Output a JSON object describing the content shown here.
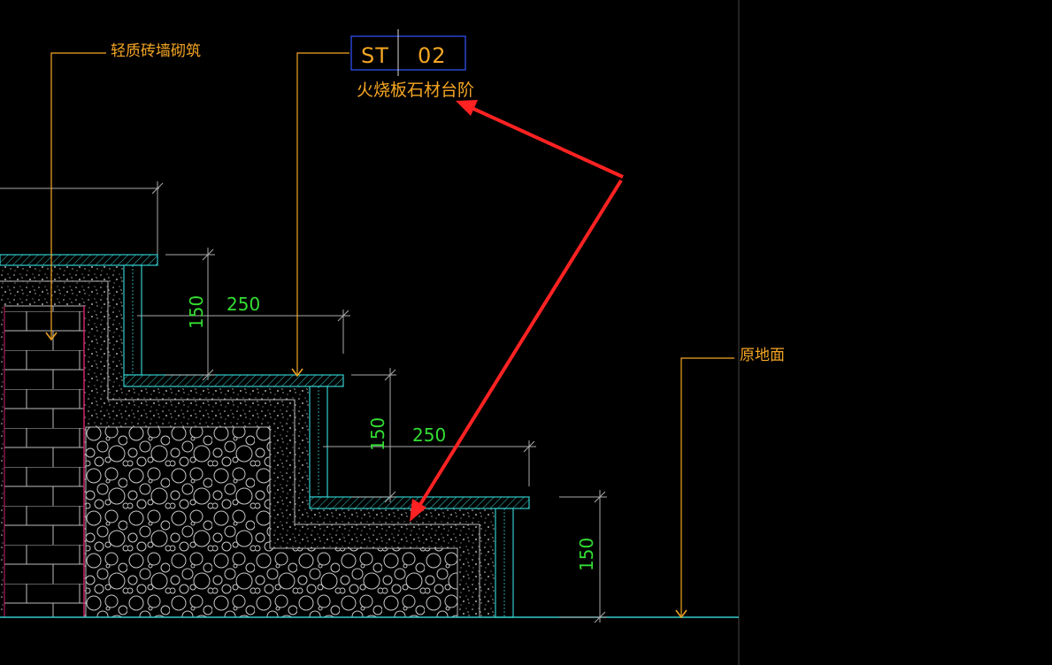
{
  "canvas": {
    "background": "#000000",
    "colors": {
      "leader": "#f5a623",
      "text": "#f5a623",
      "dimension_text": "#33dd33",
      "dimension_line": "#aaaaaa",
      "stone": "#33cccc",
      "ground": "#33cccc",
      "tag_box": "#3355ff",
      "arrow": "#ff2222",
      "boundary": "#cc2266"
    }
  },
  "labels": {
    "brick_wall": "轻质砖墙砌筑",
    "tag_left": "ST",
    "tag_right": "02",
    "stone_step": "火烧板石材台阶",
    "original_ground": "原地面"
  },
  "dimensions": {
    "upper_tread": "250",
    "upper_riser": "150",
    "lower_tread": "250",
    "lower_riser": "150",
    "bottom_riser": "150"
  },
  "icons": {
    "leader_arrowheads": "chevron-down-icon",
    "annotation_arrows": "arrow-icon"
  }
}
